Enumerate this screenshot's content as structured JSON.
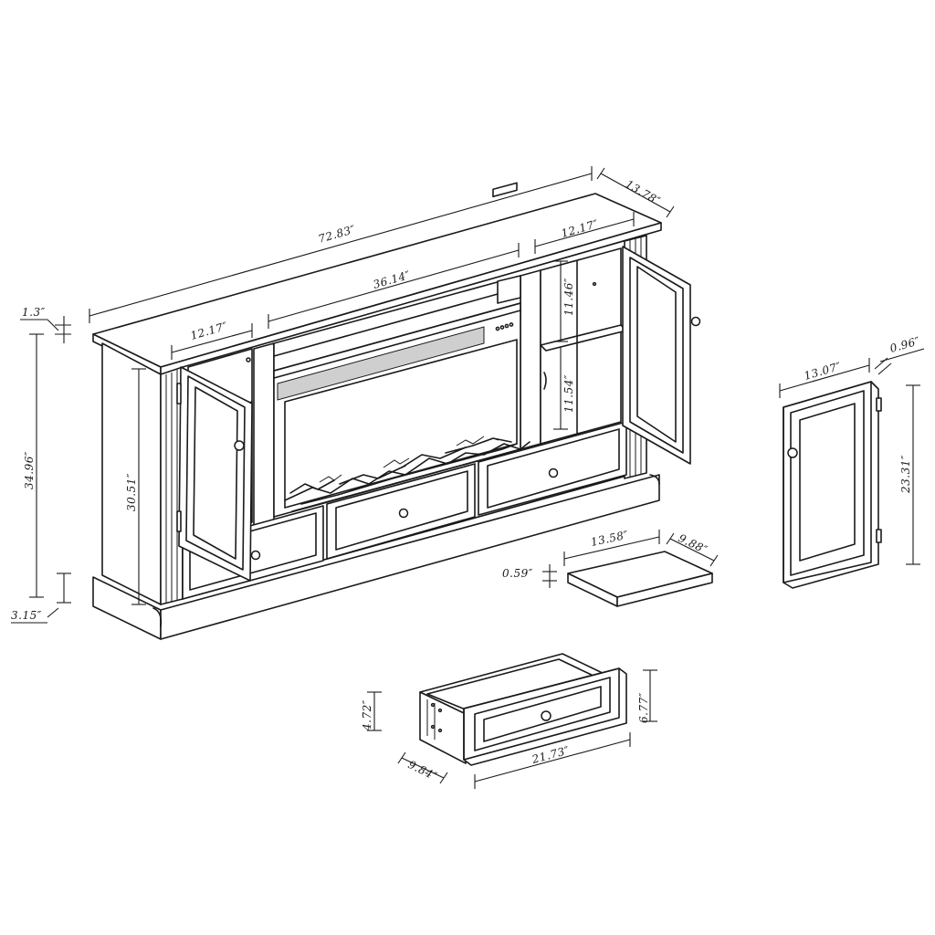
{
  "diagram": {
    "dimensions": {
      "total_width": "72.83″",
      "depth": "13.78″",
      "fireplace_opening_width": "36.14″",
      "left_cabinet_width": "12.17″",
      "right_cabinet_width": "12.17″",
      "top_thickness": "1.3″",
      "total_height": "34.96″",
      "base_height": "3.15″",
      "cabinet_height": "30.51″",
      "upper_shelf_gap": "11.46″",
      "lower_shelf_gap": "11.54″",
      "shelf_width": "13.58″",
      "shelf_depth": "9.88″",
      "shelf_thickness": "0.59″",
      "door_width": "13.07″",
      "door_thickness": "0.96″",
      "door_height": "23.31″",
      "drawer_height_inner": "4.72″",
      "drawer_front_height": "6.77″",
      "drawer_depth": "9.84″",
      "drawer_width": "21.73″"
    }
  }
}
